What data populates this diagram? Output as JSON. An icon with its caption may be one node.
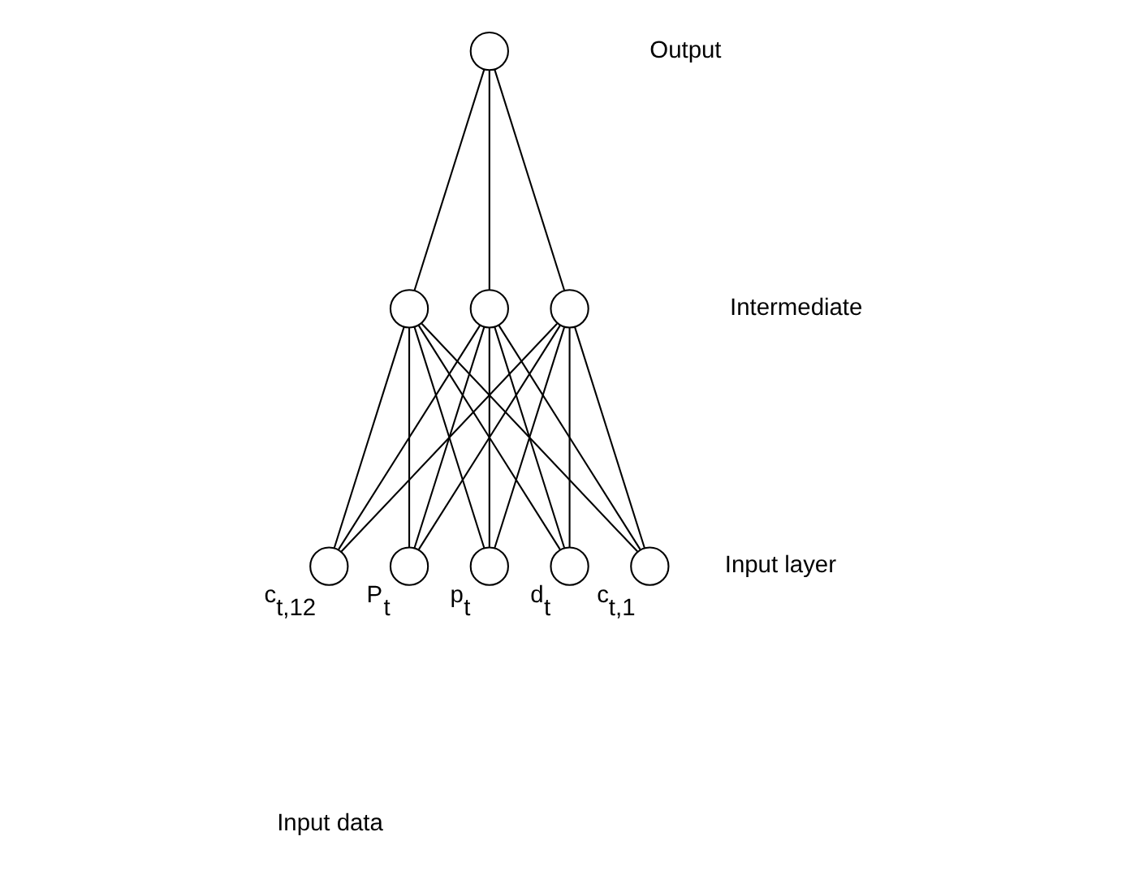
{
  "diagram": {
    "nodes": [
      {
        "text": [],
        "shape": "circle"
      },
      {
        "text": [],
        "shape": "circle"
      },
      {
        "text": [],
        "shape": "circle"
      },
      {
        "text": [],
        "shape": "circle"
      },
      {
        "text": [],
        "shape": "circle",
        "beside": [
          "P$_{t}$"
        ]
      },
      {
        "text": [],
        "shape": "circle",
        "beside": [
          "p$_{t}$"
        ]
      },
      {
        "text": [],
        "shape": "circle",
        "beside": [
          "d$_{t}$"
        ]
      },
      {
        "text": [],
        "shape": "circle",
        "beside": [
          "c$_{t,1}$"
        ]
      },
      {
        "text": [],
        "shape": "circle",
        "beside": [
          "c$_{t,12}$"
        ]
      }
    ],
    "edges": [
      {
        "from": 1,
        "to": 0,
        "arrow": "none"
      },
      {
        "from": 2,
        "to": 0,
        "arrow": "none"
      },
      {
        "from": 3,
        "to": 0,
        "arrow": "none"
      },
      {
        "from": 4,
        "to": 1,
        "arrow": "none"
      },
      {
        "from": 5,
        "to": 1,
        "arrow": "none"
      },
      {
        "from": 6,
        "to": 1,
        "arrow": "none"
      },
      {
        "from": 7,
        "to": 1,
        "arrow": "none"
      },
      {
        "from": 8,
        "to": 1,
        "arrow": "none"
      },
      {
        "from": 4,
        "to": 2,
        "arrow": "none"
      },
      {
        "from": 5,
        "to": 2,
        "arrow": "none"
      },
      {
        "from": 6,
        "to": 2,
        "arrow": "none"
      },
      {
        "from": 7,
        "to": 2,
        "arrow": "none"
      },
      {
        "from": 8,
        "to": 2,
        "arrow": "none"
      },
      {
        "from": 4,
        "to": 3,
        "arrow": "none"
      },
      {
        "from": 5,
        "to": 3,
        "arrow": "none"
      },
      {
        "from": 6,
        "to": 3,
        "arrow": "none"
      },
      {
        "from": 7,
        "to": 3,
        "arrow": "none"
      },
      {
        "from": 8,
        "to": 3,
        "arrow": "none"
      }
    ],
    "labels": [
      "Output",
      "Intermediate",
      "Input layer",
      "Input data"
    ]
  }
}
